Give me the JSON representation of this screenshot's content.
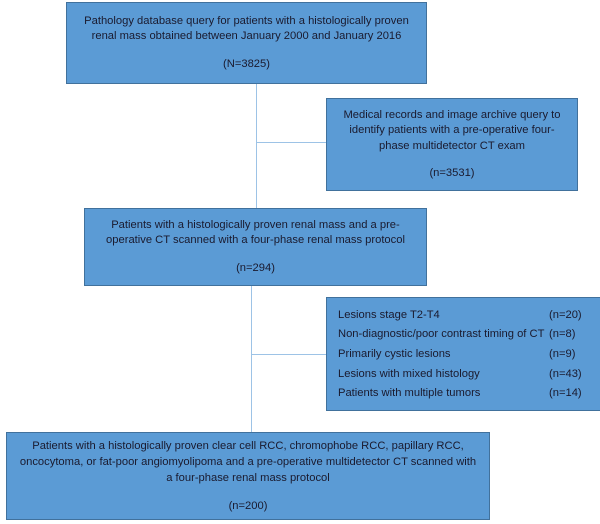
{
  "diagram": {
    "type": "patient-selection-flowchart",
    "colors": {
      "box_fill": "#5b9bd5",
      "box_border": "#41719c",
      "text": "#1a1a2e",
      "connector": "#9dc3e6",
      "background": "#ffffff"
    }
  },
  "boxes": {
    "source_query": {
      "body": "Pathology database query for patients with a histologically proven renal mass obtained between January 2000 and January 2016",
      "count": "(N=3825)"
    },
    "records_query": {
      "body": "Medical records and image archive query to identify patients with a pre-operative four-phase multidetector CT exam",
      "count": "(n=3531)"
    },
    "eligible_ct": {
      "body": "Patients with a histologically proven renal mass and a pre-operative CT scanned with a four-phase renal mass protocol",
      "count": "(n=294)"
    },
    "final_cohort": {
      "body": "Patients with a histologically proven clear cell RCC, chromophobe RCC, papillary RCC, oncocytoma, or fat-poor angiomyolipoma and a pre-operative multidetector CT scanned with a four-phase renal mass protocol",
      "count": "(n=200)"
    }
  },
  "exclusions": {
    "rows": [
      {
        "label": "Lesions stage T2-T4",
        "count": "(n=20)"
      },
      {
        "label": "Non-diagnostic/poor contrast timing of CT",
        "count": "(n=8)"
      },
      {
        "label": "Primarily cystic lesions",
        "count": "(n=9)"
      },
      {
        "label": "Lesions with mixed histology",
        "count": "(n=43)"
      },
      {
        "label": "Patients with multiple tumors",
        "count": "(n=14)"
      }
    ]
  }
}
